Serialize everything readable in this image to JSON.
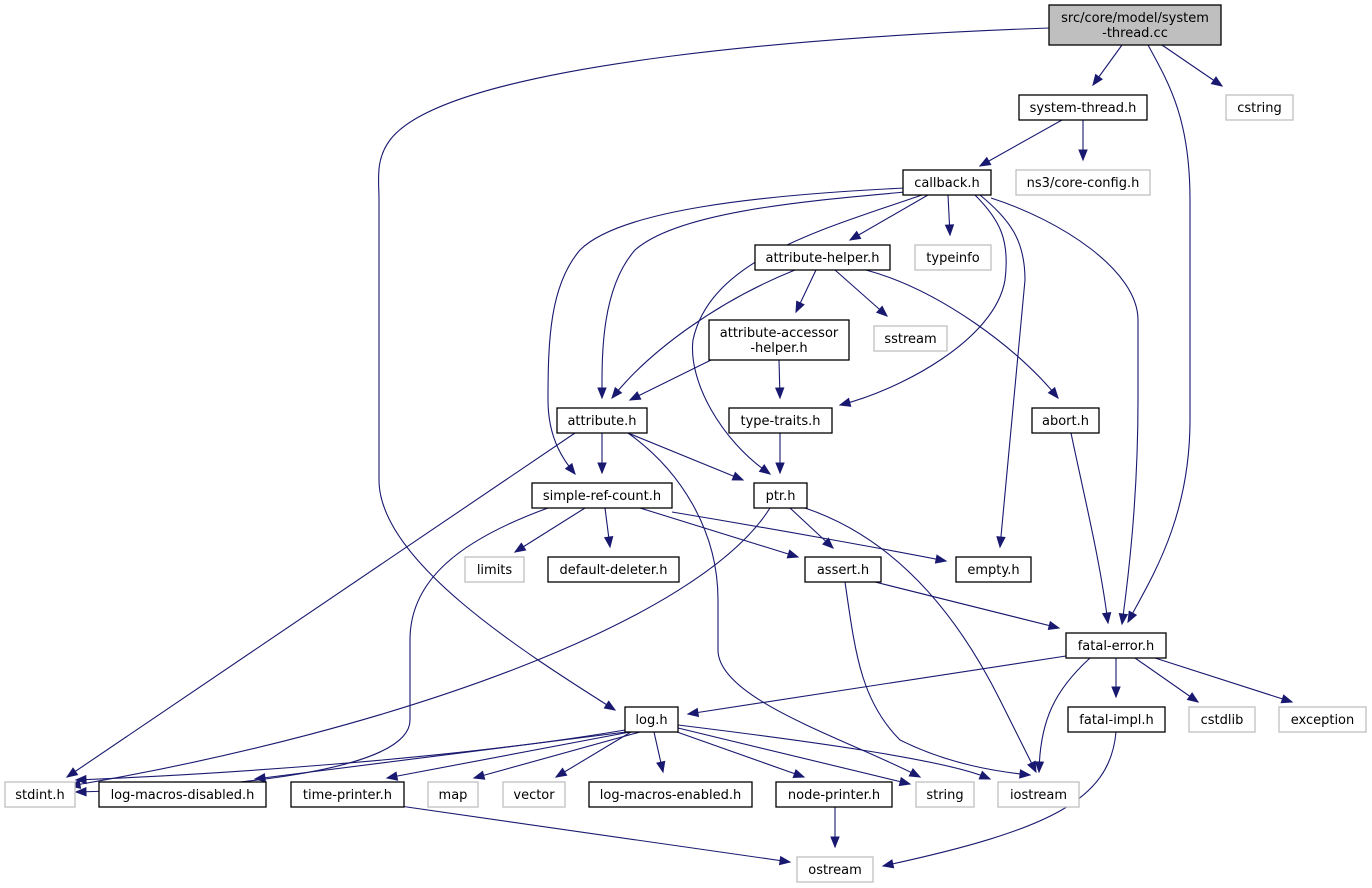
{
  "colors": {
    "edge": "#191970",
    "root_fill": "#bfbfbf",
    "internal_border": "#000000",
    "external_border": "#bfbfbf"
  },
  "nodes": [
    {
      "id": "root",
      "lines": [
        "src/core/model/system",
        "-thread.cc"
      ],
      "kind": "root"
    },
    {
      "id": "system_thread_h",
      "lines": [
        "system-thread.h"
      ],
      "kind": "internal"
    },
    {
      "id": "cstring",
      "lines": [
        "cstring"
      ],
      "kind": "external"
    },
    {
      "id": "callback_h",
      "lines": [
        "callback.h"
      ],
      "kind": "internal"
    },
    {
      "id": "ns3_core_config_h",
      "lines": [
        "ns3/core-config.h"
      ],
      "kind": "external"
    },
    {
      "id": "attribute_helper_h",
      "lines": [
        "attribute-helper.h"
      ],
      "kind": "internal"
    },
    {
      "id": "typeinfo",
      "lines": [
        "typeinfo"
      ],
      "kind": "external"
    },
    {
      "id": "attribute_accessor_helper_h",
      "lines": [
        "attribute-accessor",
        "-helper.h"
      ],
      "kind": "internal"
    },
    {
      "id": "sstream",
      "lines": [
        "sstream"
      ],
      "kind": "external"
    },
    {
      "id": "attribute_h",
      "lines": [
        "attribute.h"
      ],
      "kind": "internal"
    },
    {
      "id": "type_traits_h",
      "lines": [
        "type-traits.h"
      ],
      "kind": "internal"
    },
    {
      "id": "abort_h",
      "lines": [
        "abort.h"
      ],
      "kind": "internal"
    },
    {
      "id": "simple_ref_count_h",
      "lines": [
        "simple-ref-count.h"
      ],
      "kind": "internal"
    },
    {
      "id": "ptr_h",
      "lines": [
        "ptr.h"
      ],
      "kind": "internal"
    },
    {
      "id": "limits",
      "lines": [
        "limits"
      ],
      "kind": "external"
    },
    {
      "id": "default_deleter_h",
      "lines": [
        "default-deleter.h"
      ],
      "kind": "internal"
    },
    {
      "id": "assert_h",
      "lines": [
        "assert.h"
      ],
      "kind": "internal"
    },
    {
      "id": "empty_h",
      "lines": [
        "empty.h"
      ],
      "kind": "internal"
    },
    {
      "id": "fatal_error_h",
      "lines": [
        "fatal-error.h"
      ],
      "kind": "internal"
    },
    {
      "id": "log_h",
      "lines": [
        "log.h"
      ],
      "kind": "internal"
    },
    {
      "id": "fatal_impl_h",
      "lines": [
        "fatal-impl.h"
      ],
      "kind": "internal"
    },
    {
      "id": "cstdlib",
      "lines": [
        "cstdlib"
      ],
      "kind": "external"
    },
    {
      "id": "exception",
      "lines": [
        "exception"
      ],
      "kind": "external"
    },
    {
      "id": "stdint_h",
      "lines": [
        "stdint.h"
      ],
      "kind": "external"
    },
    {
      "id": "log_macros_disabled_h",
      "lines": [
        "log-macros-disabled.h"
      ],
      "kind": "internal"
    },
    {
      "id": "time_printer_h",
      "lines": [
        "time-printer.h"
      ],
      "kind": "internal"
    },
    {
      "id": "map",
      "lines": [
        "map"
      ],
      "kind": "external"
    },
    {
      "id": "vector",
      "lines": [
        "vector"
      ],
      "kind": "external"
    },
    {
      "id": "log_macros_enabled_h",
      "lines": [
        "log-macros-enabled.h"
      ],
      "kind": "internal"
    },
    {
      "id": "node_printer_h",
      "lines": [
        "node-printer.h"
      ],
      "kind": "internal"
    },
    {
      "id": "string",
      "lines": [
        "string"
      ],
      "kind": "external"
    },
    {
      "id": "iostream",
      "lines": [
        "iostream"
      ],
      "kind": "external"
    },
    {
      "id": "ostream",
      "lines": [
        "ostream"
      ],
      "kind": "external"
    }
  ],
  "edges": [
    [
      "root",
      "system_thread_h"
    ],
    [
      "root",
      "cstring"
    ],
    [
      "root",
      "fatal_error_h"
    ],
    [
      "root",
      "log_h"
    ],
    [
      "system_thread_h",
      "callback_h"
    ],
    [
      "system_thread_h",
      "ns3_core_config_h"
    ],
    [
      "callback_h",
      "attribute_helper_h"
    ],
    [
      "callback_h",
      "typeinfo"
    ],
    [
      "callback_h",
      "attribute_h"
    ],
    [
      "callback_h",
      "simple_ref_count_h"
    ],
    [
      "callback_h",
      "ptr_h"
    ],
    [
      "callback_h",
      "type_traits_h"
    ],
    [
      "callback_h",
      "empty_h"
    ],
    [
      "callback_h",
      "fatal_error_h"
    ],
    [
      "attribute_helper_h",
      "attribute_accessor_helper_h"
    ],
    [
      "attribute_helper_h",
      "sstream"
    ],
    [
      "attribute_helper_h",
      "abort_h"
    ],
    [
      "attribute_helper_h",
      "attribute_h"
    ],
    [
      "attribute_accessor_helper_h",
      "attribute_h"
    ],
    [
      "attribute_accessor_helper_h",
      "type_traits_h"
    ],
    [
      "attribute_h",
      "simple_ref_count_h"
    ],
    [
      "attribute_h",
      "ptr_h"
    ],
    [
      "attribute_h",
      "stdint_h"
    ],
    [
      "attribute_h",
      "string"
    ],
    [
      "type_traits_h",
      "ptr_h"
    ],
    [
      "abort_h",
      "fatal_error_h"
    ],
    [
      "simple_ref_count_h",
      "limits"
    ],
    [
      "simple_ref_count_h",
      "default_deleter_h"
    ],
    [
      "simple_ref_count_h",
      "assert_h"
    ],
    [
      "simple_ref_count_h",
      "empty_h"
    ],
    [
      "simple_ref_count_h",
      "stdint_h"
    ],
    [
      "ptr_h",
      "assert_h"
    ],
    [
      "ptr_h",
      "iostream"
    ],
    [
      "ptr_h",
      "stdint_h"
    ],
    [
      "assert_h",
      "fatal_error_h"
    ],
    [
      "assert_h",
      "iostream"
    ],
    [
      "fatal_error_h",
      "log_h"
    ],
    [
      "fatal_error_h",
      "fatal_impl_h"
    ],
    [
      "fatal_error_h",
      "cstdlib"
    ],
    [
      "fatal_error_h",
      "exception"
    ],
    [
      "fatal_error_h",
      "iostream"
    ],
    [
      "fatal_impl_h",
      "ostream"
    ],
    [
      "log_h",
      "stdint_h"
    ],
    [
      "log_h",
      "log_macros_disabled_h"
    ],
    [
      "log_h",
      "time_printer_h"
    ],
    [
      "log_h",
      "map"
    ],
    [
      "log_h",
      "vector"
    ],
    [
      "log_h",
      "log_macros_enabled_h"
    ],
    [
      "log_h",
      "node_printer_h"
    ],
    [
      "log_h",
      "string"
    ],
    [
      "log_h",
      "iostream"
    ],
    [
      "time_printer_h",
      "ostream"
    ],
    [
      "node_printer_h",
      "ostream"
    ]
  ]
}
